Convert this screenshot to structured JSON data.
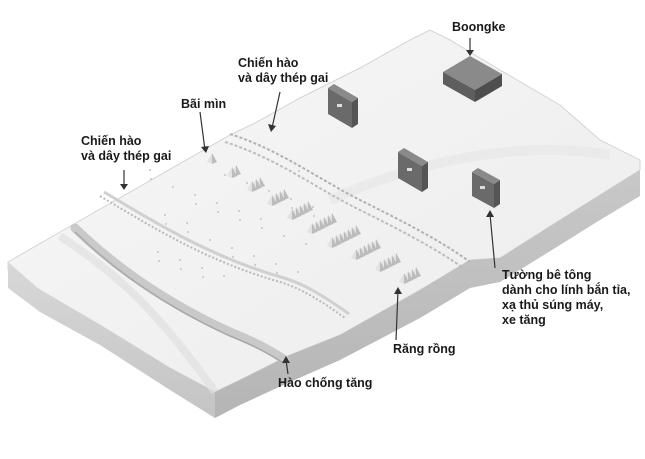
{
  "labels": {
    "bunker": "Boongke",
    "trench_wire_top_line1": "Chiến hào",
    "trench_wire_top_line2": "và dây thép gai",
    "minefield": "Bãi mìn",
    "trench_wire_left_line1": "Chiến hào",
    "trench_wire_left_line2": "và dây thép gai",
    "concrete_walls_line1": "Tường bê tông",
    "concrete_walls_line2": "dành cho lính bắn tỉa,",
    "concrete_walls_line3": "xạ thủ súng máy,",
    "concrete_walls_line4": "xe tăng",
    "dragon_teeth": "Răng rồng",
    "anti_tank_ditch": "Hào chống tăng"
  },
  "colors": {
    "terrain_top": "#f1f1f1",
    "terrain_side": "#cfcfcf",
    "structure": "#6e6e6e",
    "text": "#1a1a1a"
  }
}
